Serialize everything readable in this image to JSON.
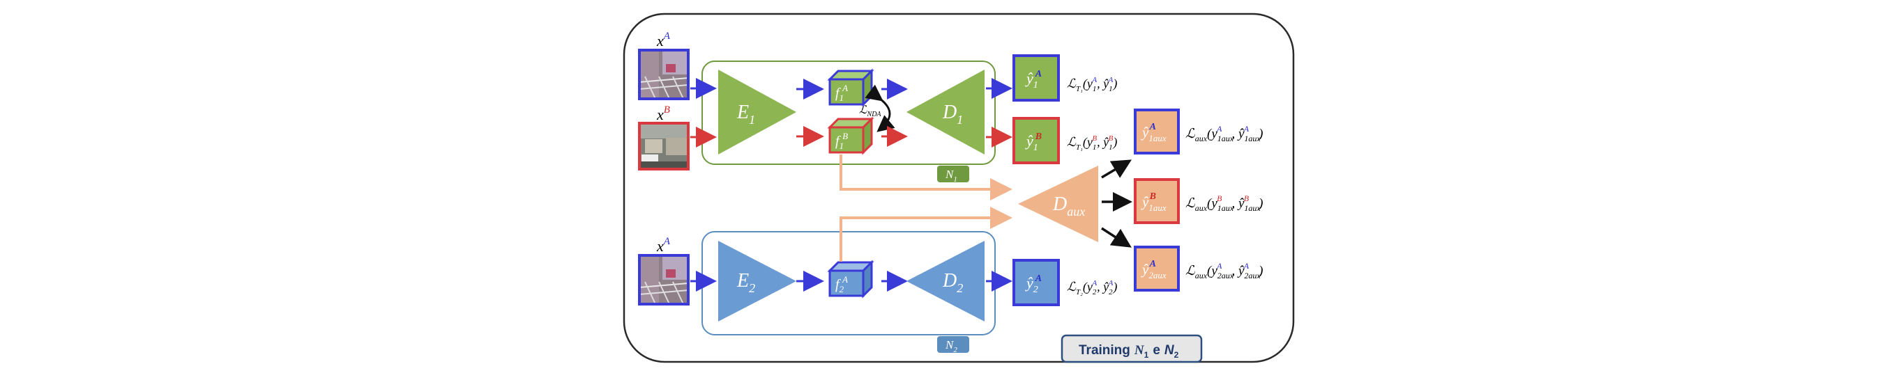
{
  "inputs": {
    "xA_top": {
      "base": "x",
      "sup": "A"
    },
    "xB": {
      "base": "x",
      "sup": "B"
    },
    "xA_bottom": {
      "base": "x",
      "sup": "A"
    }
  },
  "network1": {
    "encoder": {
      "base": "E",
      "sub": "1"
    },
    "decoder": {
      "base": "D",
      "sub": "1"
    },
    "feature_A": {
      "base": "f",
      "sub": "1",
      "sup": "A"
    },
    "feature_B": {
      "base": "f",
      "sub": "1",
      "sup": "B"
    },
    "nda_loss": {
      "base": "ℒ",
      "sub": "NDA"
    },
    "label": {
      "base": "N",
      "sub": "1"
    }
  },
  "network2": {
    "encoder": {
      "base": "E",
      "sub": "2"
    },
    "decoder": {
      "base": "D",
      "sub": "2"
    },
    "feature_A": {
      "base": "f",
      "sub": "2",
      "sup": "A"
    },
    "label": {
      "base": "N",
      "sub": "2"
    }
  },
  "aux_decoder": {
    "base": "D",
    "sub": "aux"
  },
  "outputs": {
    "y1A": {
      "base": "ŷ",
      "sub": "1",
      "sup": "A"
    },
    "y1B": {
      "base": "ŷ",
      "sub": "1",
      "sup": "B"
    },
    "y2A": {
      "base": "ŷ",
      "sub": "2",
      "sup": "A"
    },
    "y1A_aux": {
      "base": "ŷ",
      "sub": "1aux",
      "sup": "A"
    },
    "y1B_aux": {
      "base": "ŷ",
      "sub": "1aux",
      "sup": "B"
    },
    "y2A_aux": {
      "base": "ŷ",
      "sub": "2aux",
      "sup": "A"
    }
  },
  "losses": {
    "task1_A": {
      "name": "ℒ",
      "name_sub": "T₁",
      "y": "y",
      "sub": "1",
      "sup": "A",
      "yhat": "ŷ"
    },
    "task1_B": {
      "name": "ℒ",
      "name_sub": "T₁",
      "y": "y",
      "sub": "1",
      "sup": "B",
      "yhat": "ŷ"
    },
    "task2_A": {
      "name": "ℒ",
      "name_sub": "T₂",
      "y": "y",
      "sub": "2",
      "sup": "A",
      "yhat": "ŷ"
    },
    "aux1_A": {
      "name": "ℒ",
      "name_sub": "aux",
      "y": "y",
      "sub": "1aux",
      "sup": "A",
      "yhat": "ŷ"
    },
    "aux1_B": {
      "name": "ℒ",
      "name_sub": "aux",
      "y": "y",
      "sub": "1aux",
      "sup": "B",
      "yhat": "ŷ"
    },
    "aux2_A": {
      "name": "ℒ",
      "name_sub": "aux",
      "y": "y",
      "sub": "2aux",
      "sup": "A",
      "yhat": "ŷ"
    }
  },
  "footer": {
    "prefix": "Training",
    "n1": "N",
    "n1_sub": "1",
    "conj": "e",
    "n2": "N",
    "n2_sub": "2"
  },
  "colors": {
    "green": "#8db552",
    "green_border": "#6f9a3f",
    "blue": "#6b9bd3",
    "blue_border": "#5b8dbe",
    "orange": "#f0b48a",
    "red": "#d9393f",
    "arrow_blue": "#3a3ad8",
    "arrow_red": "#d83a3a",
    "arrow_orange": "#f2b48c",
    "label_blue": "#2c2cc8",
    "label_red": "#cc2a2a"
  }
}
